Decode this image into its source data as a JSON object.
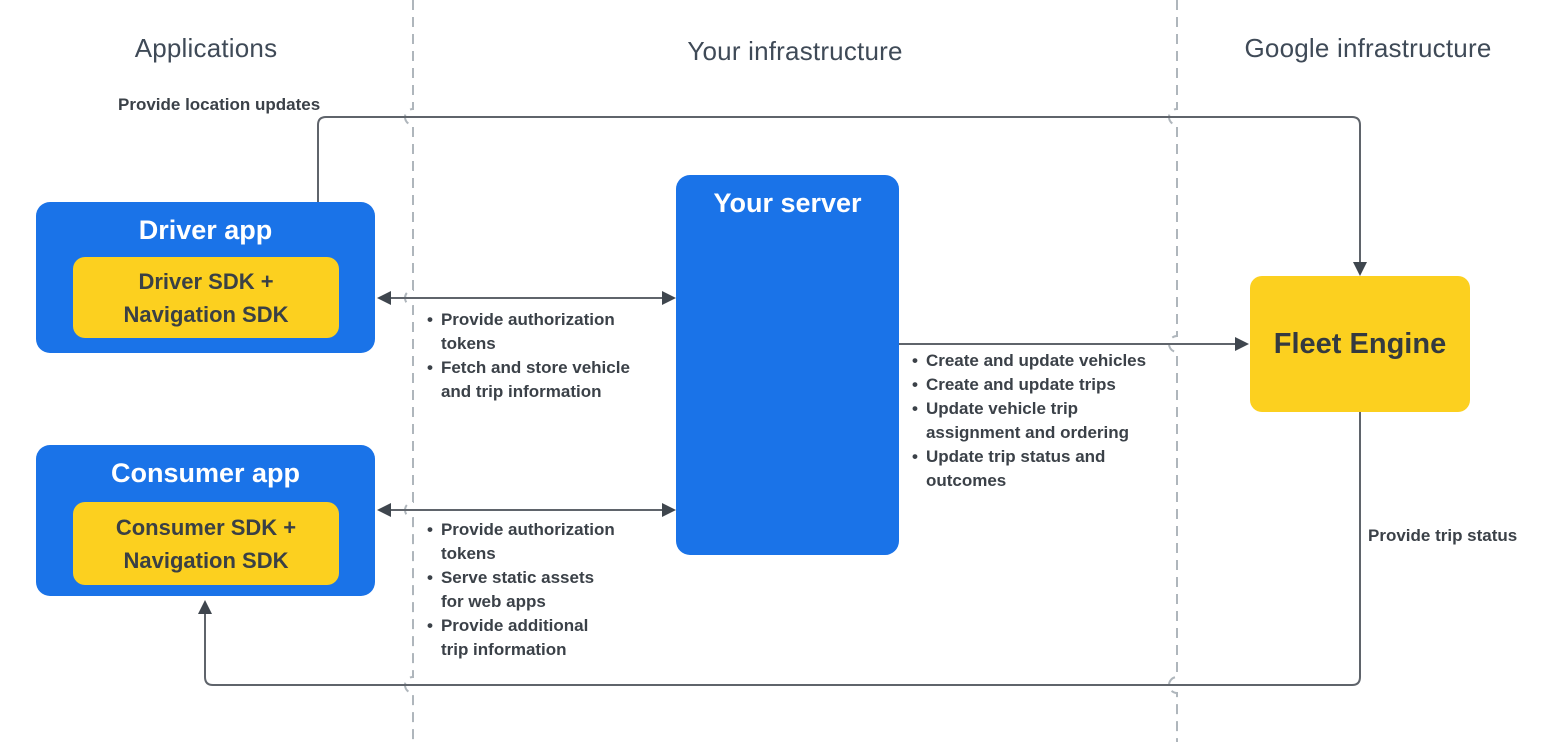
{
  "columns": {
    "applications": "Applications",
    "your_infrastructure": "Your infrastructure",
    "google_infrastructure": "Google infrastructure"
  },
  "nodes": {
    "driver_app": {
      "title": "Driver app",
      "sdk": "Driver SDK +\nNavigation SDK"
    },
    "consumer_app": {
      "title": "Consumer app",
      "sdk": "Consumer SDK +\nNavigation SDK"
    },
    "your_server": {
      "title": "Your server"
    },
    "fleet_engine": {
      "title": "Fleet Engine"
    }
  },
  "edges": {
    "driver_to_fleet_label": "Provide location updates",
    "fleet_to_consumer_label": "Provide trip status",
    "driver_server_items": [
      "Provide authorization\ntokens",
      "Fetch and store vehicle\nand trip information"
    ],
    "consumer_server_items": [
      "Provide authorization\ntokens",
      "Serve static assets\nfor web apps",
      "Provide additional\ntrip information"
    ],
    "server_fleet_items": [
      "Create and update vehicles",
      "Create and update trips",
      "Update vehicle trip\nassignment and ordering",
      "Update trip status and\noutcomes"
    ]
  },
  "glyphs": {
    "bullet": "•"
  },
  "colors": {
    "node_blue": "#1a73e8",
    "node_yellow": "#fcd01f",
    "title_on_blue": "#ffffff",
    "text_dark": "#3b4148",
    "connector_gray": "#5f646b",
    "arrowhead_gray": "#3f464e",
    "divider_dash_gray": "#afb6bc"
  }
}
